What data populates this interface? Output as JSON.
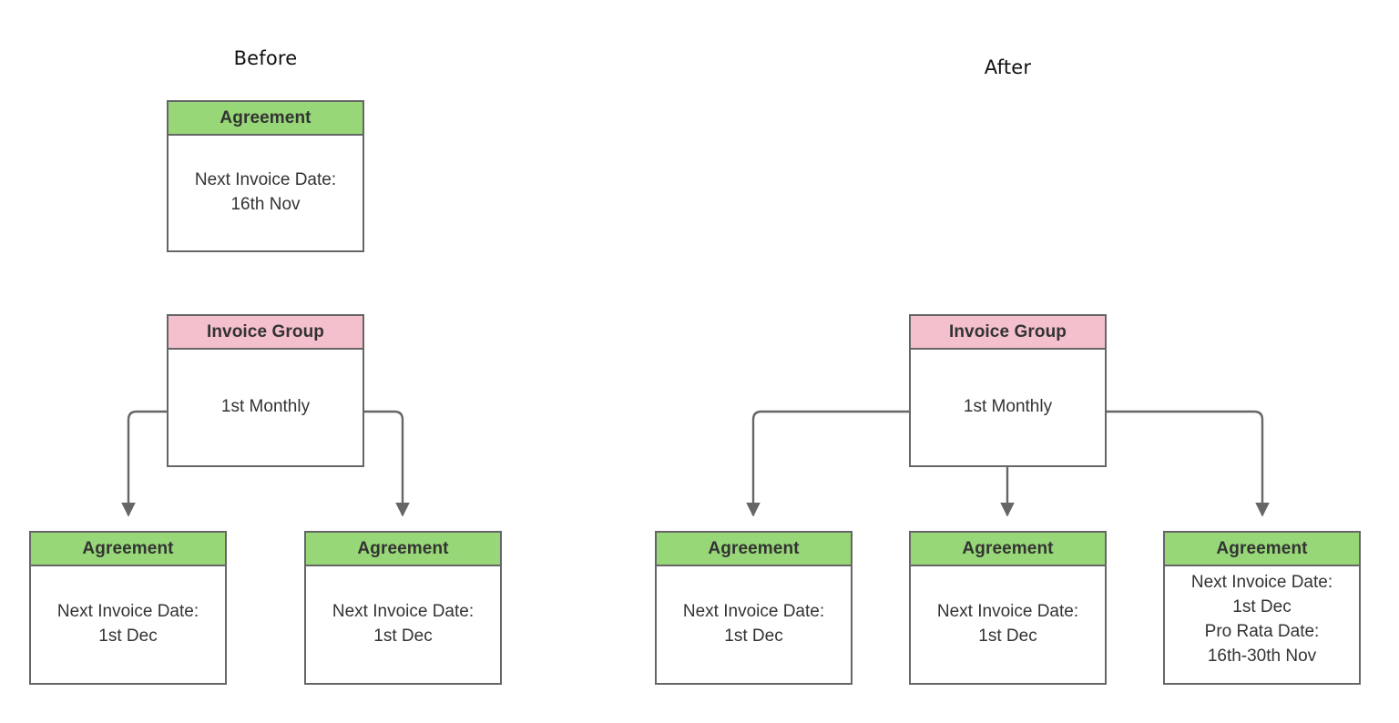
{
  "diagram": {
    "background": "#ffffff",
    "line_color": "#666666",
    "text_color": "#333333",
    "colors": {
      "agreement_header": "#97d777",
      "invoice_group_header": "#f5c0cd",
      "border": "#666666"
    },
    "sections": [
      {
        "id": "before",
        "label": "Before"
      },
      {
        "id": "after",
        "label": "After"
      }
    ],
    "nodes": [
      {
        "id": "before-agreement-top",
        "type": "agreement",
        "header": "Agreement",
        "body": "Next Invoice Date:\n16th Nov"
      },
      {
        "id": "before-invoice-group",
        "type": "invoice-group",
        "header": "Invoice Group",
        "body": "1st Monthly"
      },
      {
        "id": "before-agreement-1",
        "type": "agreement",
        "header": "Agreement",
        "body": "Next Invoice Date:\n1st Dec"
      },
      {
        "id": "before-agreement-2",
        "type": "agreement",
        "header": "Agreement",
        "body": "Next Invoice Date:\n1st Dec"
      },
      {
        "id": "after-invoice-group",
        "type": "invoice-group",
        "header": "Invoice Group",
        "body": "1st Monthly"
      },
      {
        "id": "after-agreement-1",
        "type": "agreement",
        "header": "Agreement",
        "body": "Next Invoice Date:\n1st Dec"
      },
      {
        "id": "after-agreement-2",
        "type": "agreement",
        "header": "Agreement",
        "body": "Next Invoice Date:\n1st Dec"
      },
      {
        "id": "after-agreement-3",
        "type": "agreement",
        "header": "Agreement",
        "body": "Next Invoice Date:\n1st Dec\nPro Rata Date:\n16th-30th Nov"
      }
    ],
    "edges": [
      {
        "id": "before-ig-to-a1",
        "from": "before-invoice-group",
        "to": "before-agreement-1",
        "style": "elbow-left"
      },
      {
        "id": "before-ig-to-a2",
        "from": "before-invoice-group",
        "to": "before-agreement-2",
        "style": "elbow-right"
      },
      {
        "id": "after-ig-to-a1",
        "from": "after-invoice-group",
        "to": "after-agreement-1",
        "style": "elbow-left"
      },
      {
        "id": "after-ig-to-a2",
        "from": "after-invoice-group",
        "to": "after-agreement-2",
        "style": "straight-down"
      },
      {
        "id": "after-ig-to-a3",
        "from": "after-invoice-group",
        "to": "after-agreement-3",
        "style": "elbow-right"
      }
    ]
  }
}
